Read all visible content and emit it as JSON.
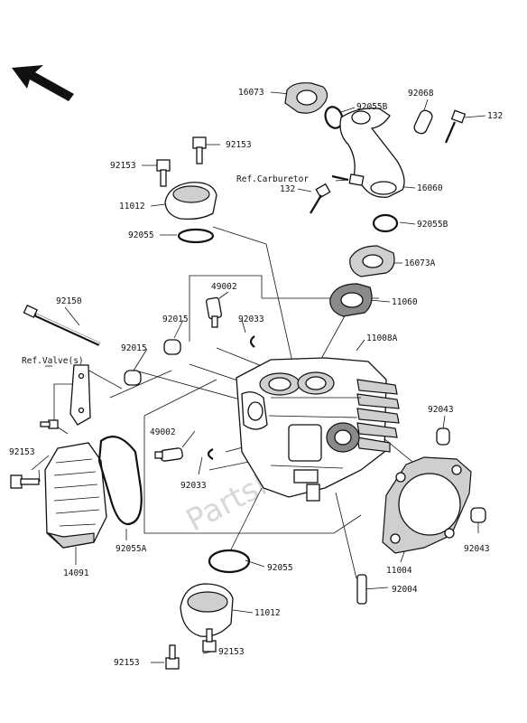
{
  "watermark": "PartsRepublik",
  "labels": {
    "p16073": "16073",
    "p92055B_top": "92055B",
    "p92068": "92068",
    "p132_right": "132",
    "p92153_a": "92153",
    "p92153_b": "92153",
    "ref_carburetor": "Ref.Carburetor",
    "p132_left": "132",
    "p16060": "16060",
    "p11012_top": "11012",
    "p92055_top": "92055",
    "p92055B_mid": "92055B",
    "p16073A": "16073A",
    "p49002_top": "49002",
    "p11060": "11060",
    "p92150": "92150",
    "p92015_a": "92015",
    "p92033_top": "92033",
    "p11008A": "11008A",
    "p92015_b": "92015",
    "ref_valves": "Ref.Valve(s)",
    "p92043_top": "92043",
    "p92153_c": "92153",
    "p49002_bot": "49002",
    "p92033_bot": "92033",
    "p92055A": "92055A",
    "p92043_bot": "92043",
    "p14091": "14091",
    "p11004": "11004",
    "p92055_bot": "92055",
    "p92004": "92004",
    "p11012_bot": "11012",
    "p92153_d": "92153",
    "p92153_e": "92153"
  }
}
